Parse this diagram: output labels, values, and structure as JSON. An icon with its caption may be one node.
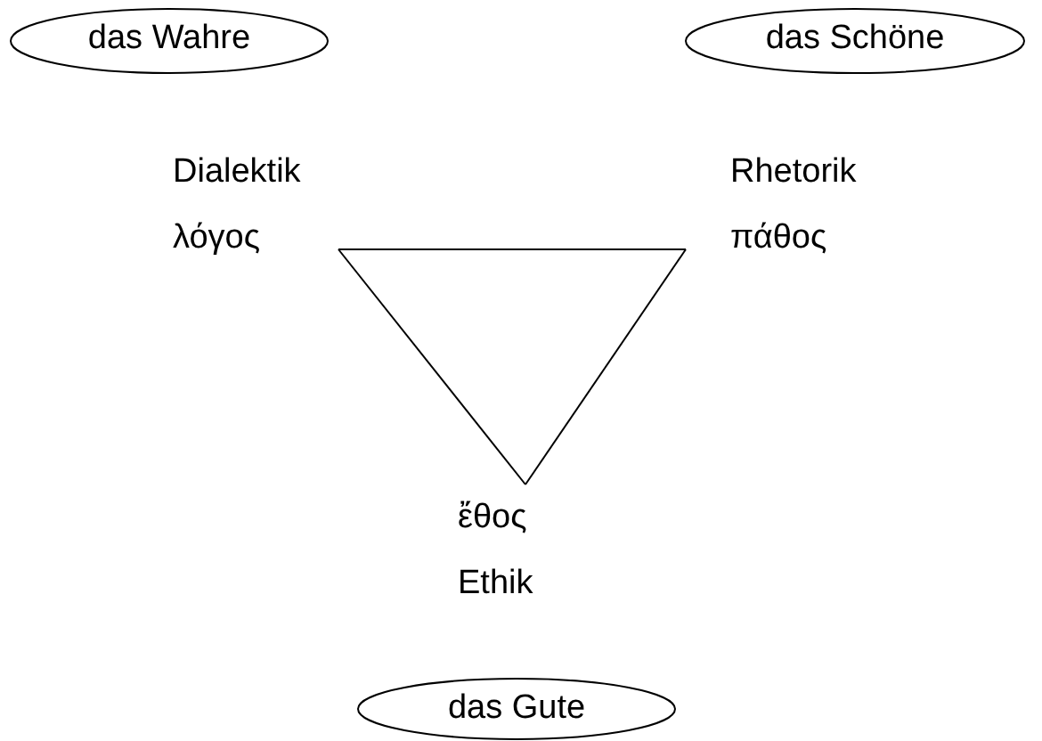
{
  "diagram": {
    "nodes": [
      {
        "text": [
          "das Wahre"
        ]
      },
      {
        "text": [
          "das Schöne"
        ]
      },
      {
        "text": [
          "Dialektik λόγος"
        ]
      },
      {
        "text": [
          "Rhetorik πάθος"
        ]
      },
      {
        "text": [
          "ἔθος Ethik"
        ]
      },
      {
        "text": [
          "das Gute"
        ]
      }
    ],
    "edges": [
      {
        "from": 2,
        "to": 3,
        "arrow": "none"
      },
      {
        "from": 3,
        "to": 4,
        "arrow": "none"
      },
      {
        "from": 4,
        "to": 2,
        "arrow": "none"
      }
    ]
  }
}
